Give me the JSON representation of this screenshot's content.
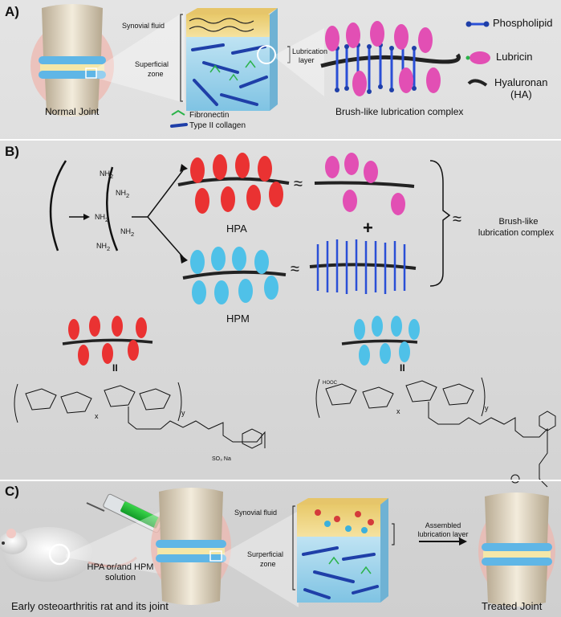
{
  "panels": {
    "a": "A)",
    "b": "B)",
    "c": "C)"
  },
  "panel_a": {
    "synovial_fluid": "Synovial fluid",
    "superficial_zone_1": "Superficial",
    "superficial_zone_2": "zone",
    "lubrication_layer_1": "Lubrication",
    "lubrication_layer_2": "layer",
    "normal_joint": "Normal Joint",
    "fibronectin": "Fibronectin",
    "collagen": "Type II collagen",
    "complex": "Brush-like lubrication complex"
  },
  "legend": {
    "phospholipid": "Phospholipid",
    "lubricin": "Lubricin",
    "hyaluronan_1": "Hyaluronan",
    "hyaluronan_2": "(HA)"
  },
  "panel_b": {
    "nh2": "NH",
    "sub2": "2",
    "hpa": "HPA",
    "hpm": "HPM",
    "approx": "≈",
    "plus": "+",
    "complex_1": "Brush-like",
    "complex_2": "lubrication complex",
    "equals": "II",
    "cooh": "HOOC",
    "x": "x",
    "y": "y",
    "na": "Na",
    "sulfonate": "SO₃"
  },
  "panel_c": {
    "synovial_fluid": "Synovial fluid",
    "superficial_zone_1": "Surperficial",
    "superficial_zone_2": "zone",
    "assembled_1": "Assembled",
    "assembled_2": "lubrication layer",
    "solution_1": "HPA or/and HPM",
    "solution_2": "solution",
    "rat_caption": "Early osteoarthritis rat and its joint",
    "treated": "Treated Joint"
  }
}
